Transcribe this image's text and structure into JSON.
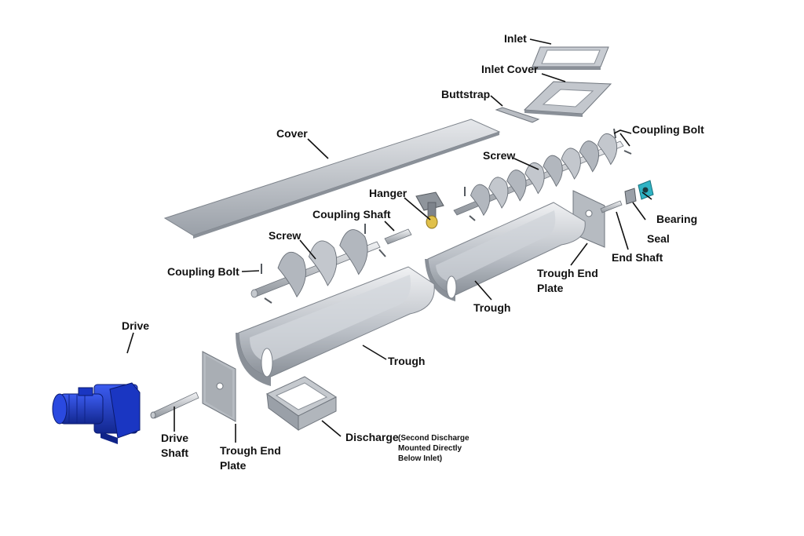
{
  "colors": {
    "steel_light": "#d6d9de",
    "steel_mid": "#aeb3ba",
    "steel_dark": "#7d838b",
    "motor_blue": "#1f3fd4",
    "motor_dark": "#0f2388",
    "bearing_teal": "#2fb3c4",
    "hanger_yellow": "#e0c04a",
    "leader": "#111111",
    "background": "#ffffff"
  },
  "labels": {
    "inlet": "Inlet",
    "inlet_cover": "Inlet Cover",
    "buttstrap": "Buttstrap",
    "coupling_bolt_top": "Coupling Bolt",
    "cover": "Cover",
    "screw_top": "Screw",
    "hanger": "Hanger",
    "coupling_shaft": "Coupling Shaft",
    "bearing": "Bearing",
    "seal": "Seal",
    "end_shaft": "End Shaft",
    "screw_left": "Screw",
    "coupling_bolt_left": "Coupling Bolt",
    "trough_end_plate_right_1": "Trough End",
    "trough_end_plate_right_2": "Plate",
    "trough_right": "Trough",
    "drive": "Drive",
    "trough_left": "Trough",
    "drive_shaft_1": "Drive",
    "drive_shaft_2": "Shaft",
    "trough_end_plate_left_1": "Trough End",
    "trough_end_plate_left_2": "Plate",
    "discharge": "Discharge",
    "discharge_note_1": "(Second Discharge",
    "discharge_note_2": "Mounted Directly",
    "discharge_note_3": "Below Inlet)"
  }
}
